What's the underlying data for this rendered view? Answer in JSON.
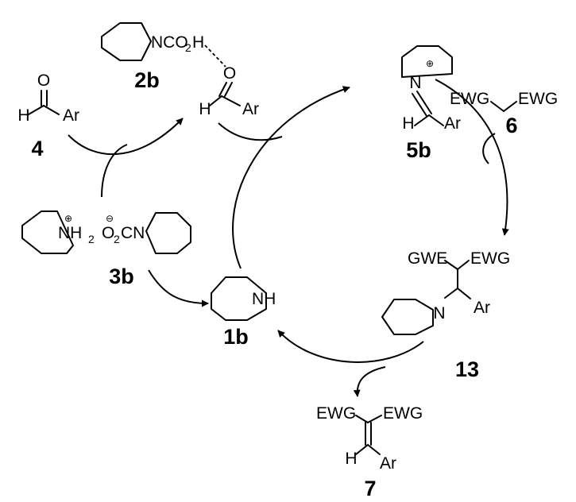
{
  "labels": {
    "c4": "4",
    "c2b": "2b",
    "c3b": "3b",
    "c1b": "1b",
    "c5b": "5b",
    "c6": "6",
    "c13": "13",
    "c7": "7"
  },
  "atoms": {
    "O": "O",
    "H": "H",
    "Ar": "Ar",
    "N": "N",
    "NH": "NH",
    "NCO": "NCO",
    "CO2H_sub": "2",
    "CO2H_H": "H",
    "O2CN_O": "O",
    "O2CN_sub": "2",
    "O2CN_CN": "CN",
    "NH2_NH": "NH",
    "NH2_sub": "2",
    "EWG": "EWG",
    "GWE": "GWE"
  },
  "charges": {
    "plus": "⊕",
    "minus": "⊖"
  }
}
